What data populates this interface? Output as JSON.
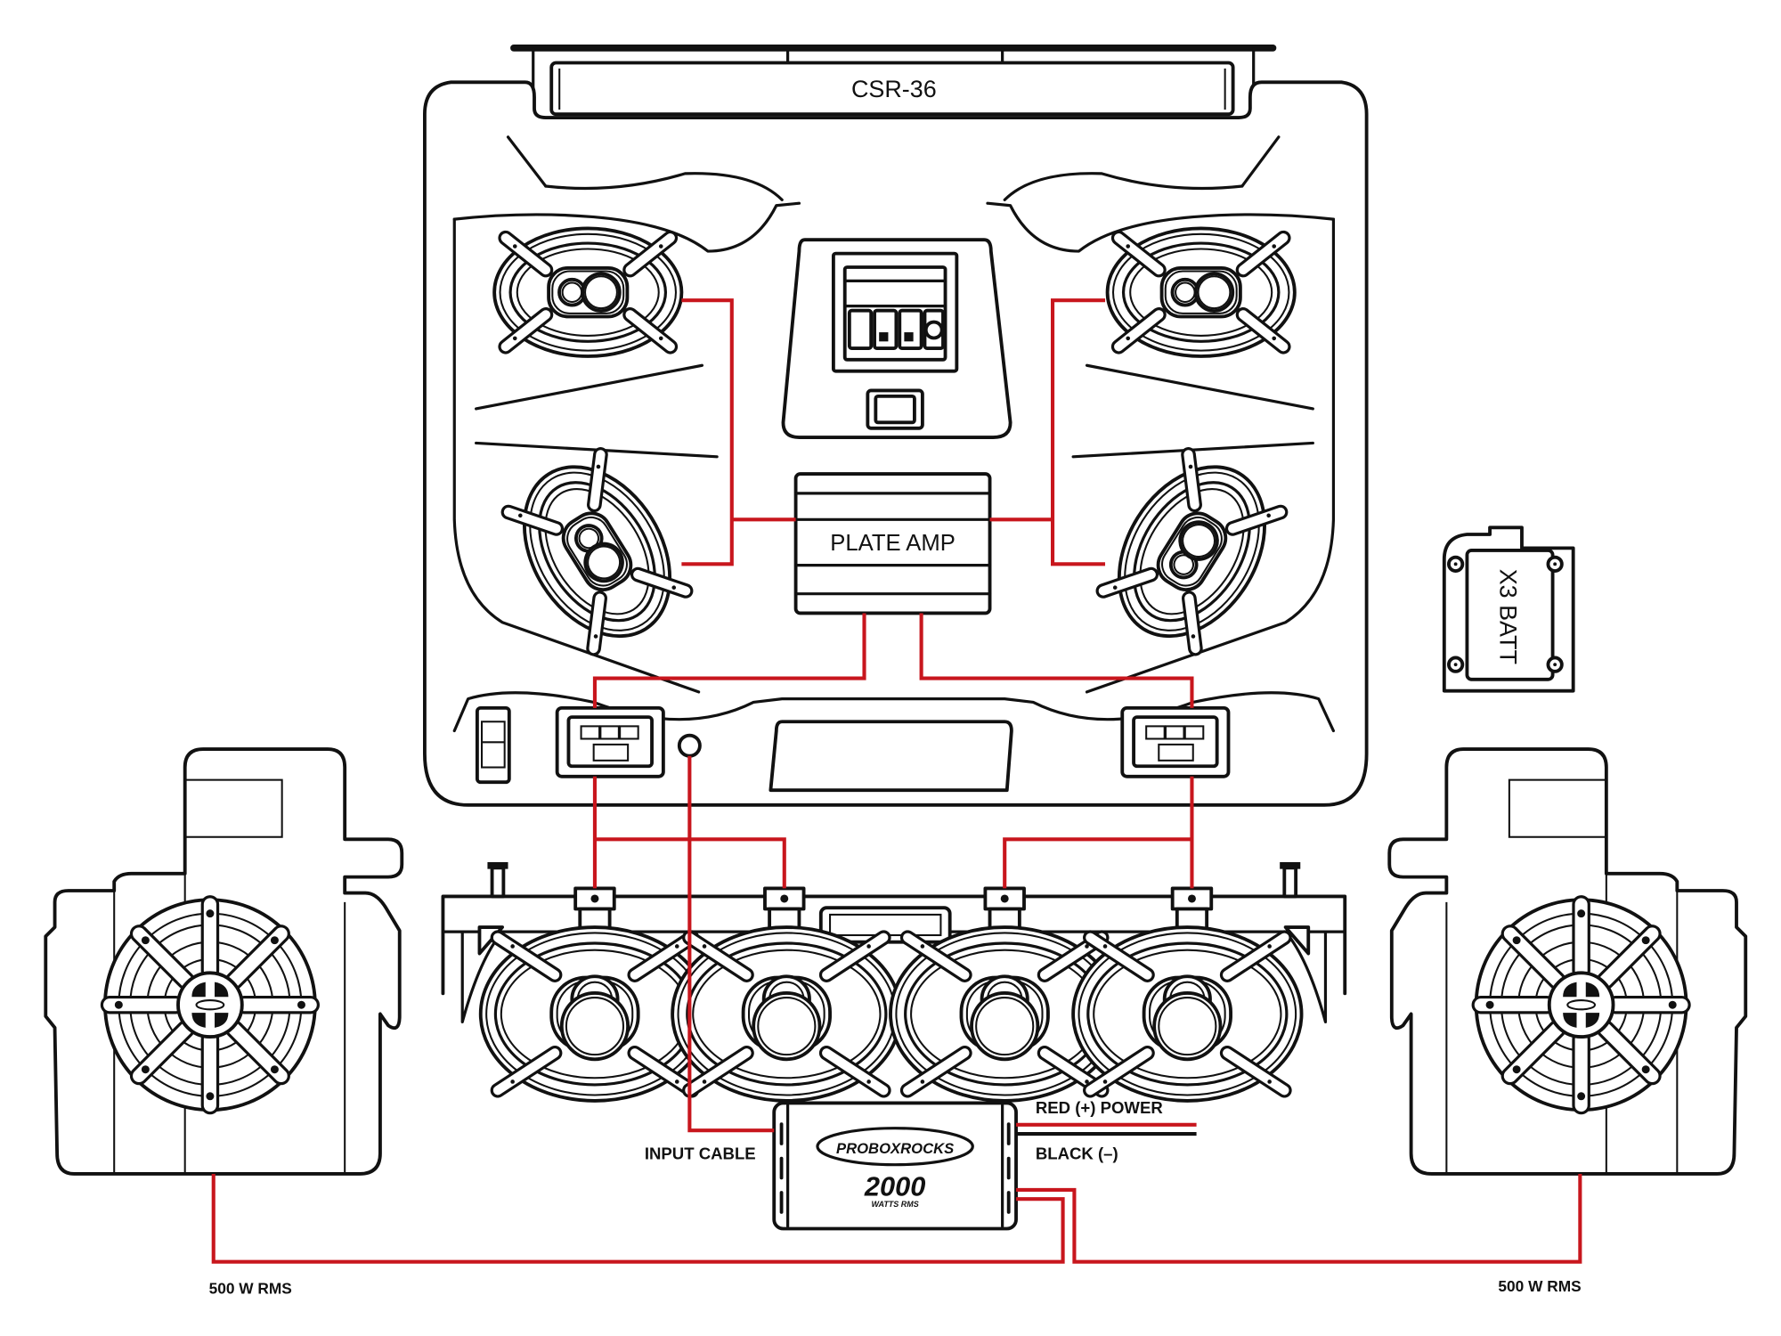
{
  "title": "PROBOXROCKS 2000 W wiring diagram",
  "colors": {
    "wire_positive": "#c8161d",
    "wire_negative": "#111111",
    "outline": "#111111",
    "background": "#ffffff"
  },
  "components": {
    "soundbar": {
      "label": "CSR-36"
    },
    "plate_amp": {
      "label": "PLATE AMP"
    },
    "battery": {
      "label": "X3 BATT"
    },
    "main_amp": {
      "brand": "PROBOXROCKS",
      "wattage": "2000",
      "unit": "WATTS RMS"
    }
  },
  "labels": {
    "input_cable": "INPUT CABLE",
    "red_power": "RED (+) POWER",
    "black_ground": "BLACK (–)",
    "left_output": "500 W RMS",
    "right_output": "500 W RMS"
  },
  "speakers": {
    "dash_oval_count": 4,
    "tower_oval_count": 4,
    "side_pod_round_count": 2
  }
}
